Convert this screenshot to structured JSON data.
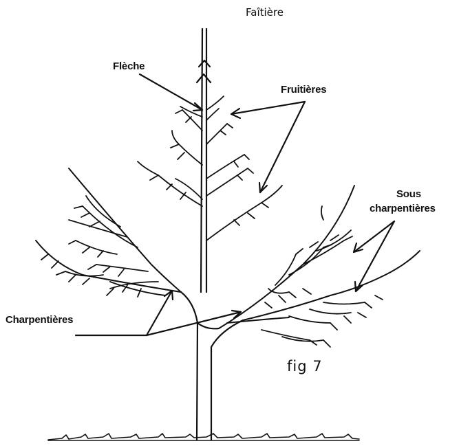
{
  "diagram": {
    "labels": {
      "faitiere": "Faîtière",
      "fleche": "Flèche",
      "fruitieres": "Fruitières",
      "sous_line1": "Sous",
      "sous_line2": "charpentières",
      "charpentieres": "Charpentières",
      "fig": "fig  7"
    },
    "colors": {
      "ink": "#111111",
      "background": "#ffffff"
    }
  }
}
